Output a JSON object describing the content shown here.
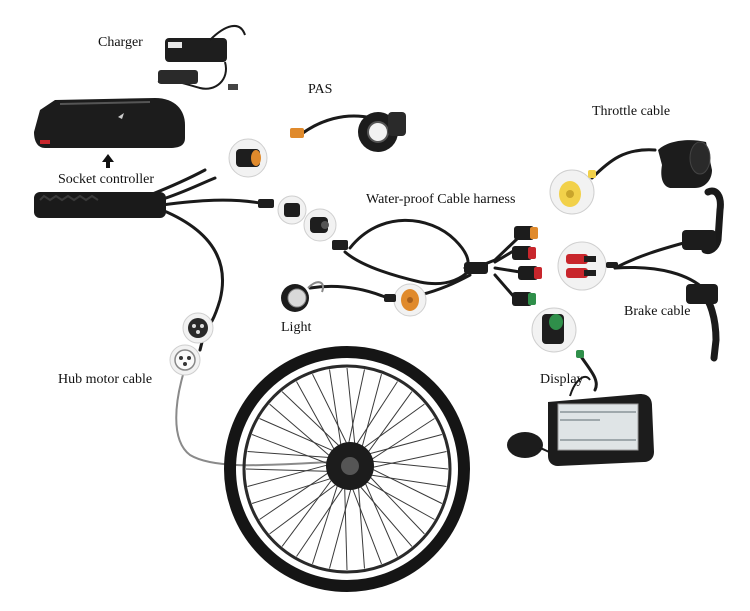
{
  "labels": {
    "charger": "Charger",
    "pas": "PAS",
    "throttle_cable": "Throttle cable",
    "socket_controller": "Socket controller",
    "waterproof_harness": "Water-proof Cable harness",
    "brake_cable": "Brake cable",
    "light": "Light",
    "display": "Display",
    "hub_motor_cable": "Hub motor cable"
  },
  "colors": {
    "cable": "#1a1a1a",
    "component": "#222222",
    "connector_orange": "#e08a2c",
    "connector_red": "#c8262c",
    "connector_green": "#2f8f4a",
    "throttle_connector": "#f2d14a",
    "rim": "#151515",
    "spoke": "#3a3a3a"
  }
}
